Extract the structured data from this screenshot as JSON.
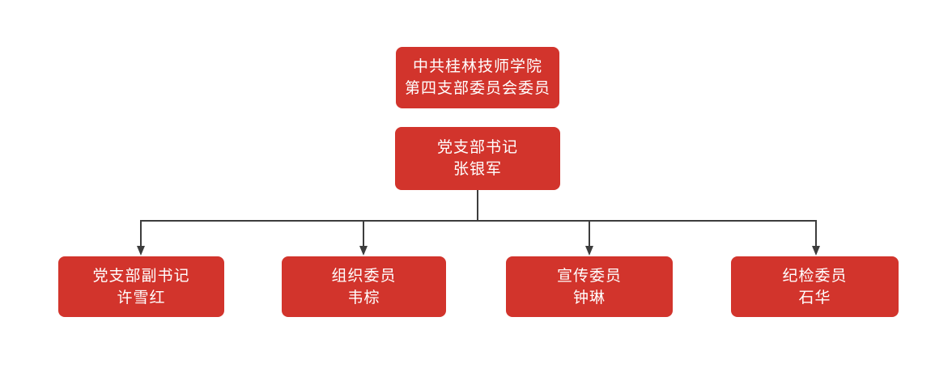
{
  "colors": {
    "node_fill": "#d2342c",
    "node_text": "#ffffff",
    "connector": "#3d3d3d",
    "background": "#ffffff"
  },
  "org_chart": {
    "type": "organization-chart",
    "root": {
      "line1": "中共桂林技师学院",
      "line2": "第四支部委员会委员"
    },
    "secretary": {
      "role": "党支部书记",
      "name": "张银军"
    },
    "members": [
      {
        "role": "党支部副书记",
        "name": "许雪红"
      },
      {
        "role": "组织委员",
        "name": "韦棕"
      },
      {
        "role": "宣传委员",
        "name": "钟琳"
      },
      {
        "role": "纪检委员",
        "name": "石华"
      }
    ]
  }
}
